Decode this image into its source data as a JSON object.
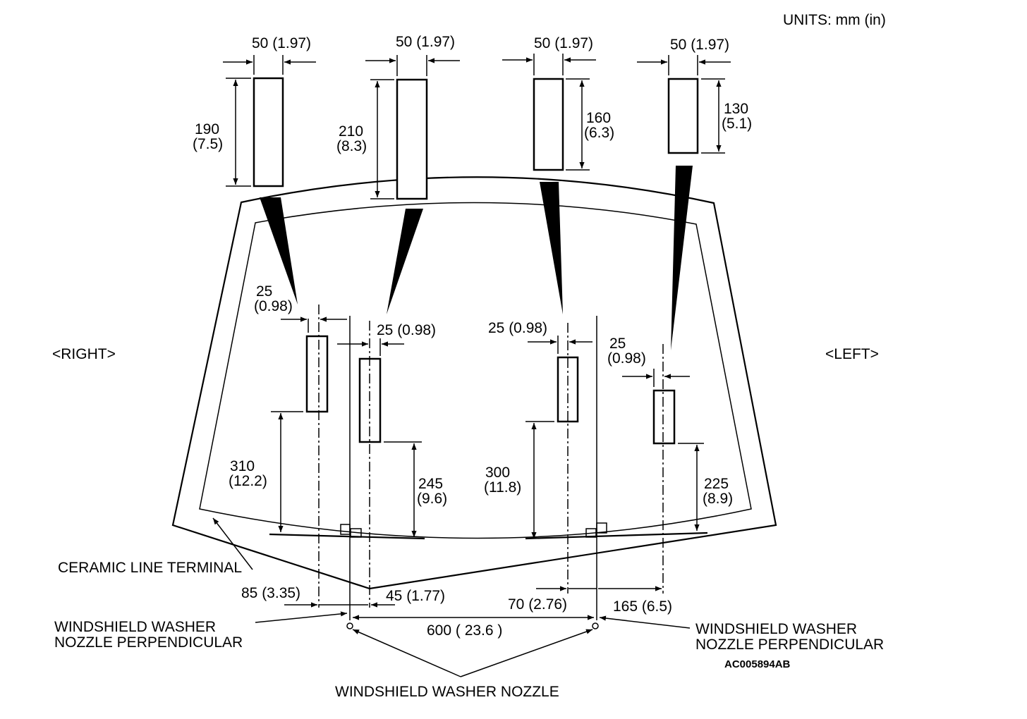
{
  "units_label": "UNITS: mm (in)",
  "side_right": "<RIGHT>",
  "side_left": "<LEFT>",
  "figure_code": "AC005894AB",
  "pattern_width": "50 (1.97)",
  "patterns": [
    {
      "h1": "190",
      "h2": "(7.5)"
    },
    {
      "h1": "210",
      "h2": "(8.3)"
    },
    {
      "h1": "160",
      "h2": "(6.3)"
    },
    {
      "h1": "130",
      "h2": "(5.1)"
    }
  ],
  "offsets": {
    "p1a": "25",
    "p1b": "(0.98)",
    "p2": "25 (0.98)",
    "p3": "25 (0.98)",
    "p4a": "25",
    "p4b": "(0.98)"
  },
  "heights": {
    "h1a": "310",
    "h1b": "(12.2)",
    "h2a": "245",
    "h2b": "(9.6)",
    "h3a": "300",
    "h3b": "(11.8)",
    "h4a": "225",
    "h4b": "(8.9)"
  },
  "bottom": {
    "d85": "85 (3.35)",
    "d45": "45 (1.77)",
    "d70": "70 (2.76)",
    "d165": "165 (6.5)",
    "d600": "600 ( 23.6 )"
  },
  "labels": {
    "ceramic": "CERAMIC LINE TERMINAL",
    "perp_left_1": "WINDSHIELD WASHER",
    "perp_left_2": "NOZZLE PERPENDICULAR",
    "perp_right_1": "WINDSHIELD WASHER",
    "perp_right_2": "NOZZLE PERPENDICULAR",
    "nozzle": "WINDSHIELD WASHER NOZZLE"
  }
}
